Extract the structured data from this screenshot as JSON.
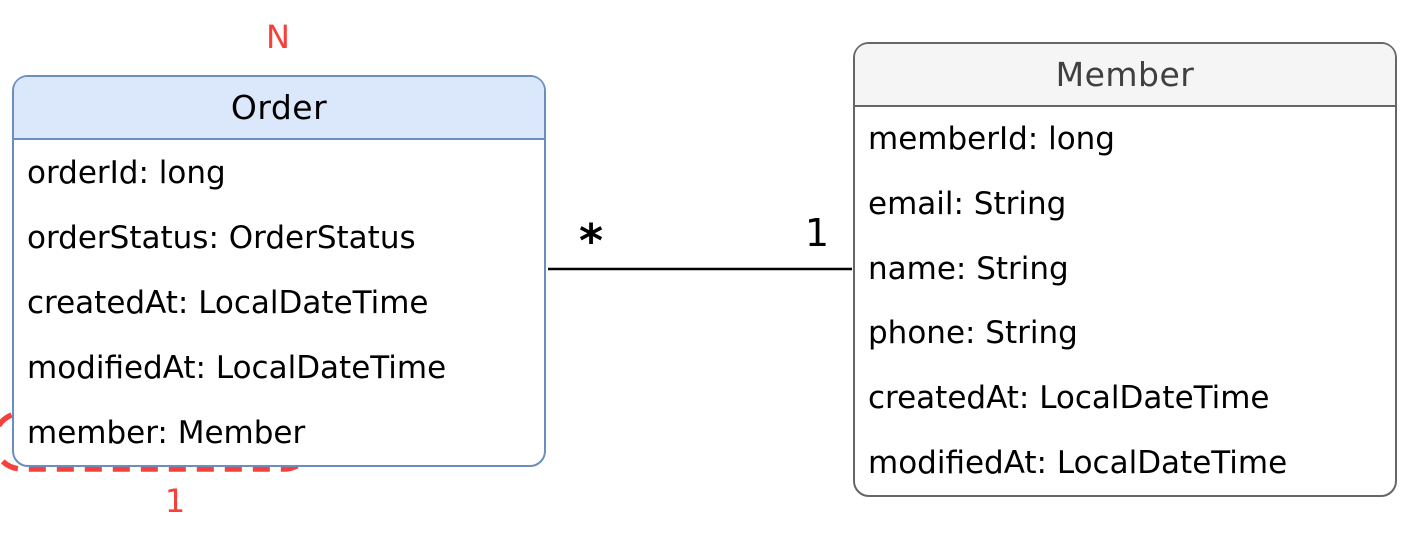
{
  "order": {
    "title": "Order",
    "fields": [
      "orderId: long",
      "orderStatus: OrderStatus",
      "createdAt: LocalDateTime",
      "modifiedAt: LocalDateTime",
      "member: Member"
    ]
  },
  "member": {
    "title": "Member",
    "fields": [
      "memberId: long",
      "email: String",
      "name: String",
      "phone: String",
      "createdAt: LocalDateTime",
      "modifiedAt: LocalDateTime"
    ]
  },
  "relationship": {
    "order_side_multiplicity": "*",
    "member_side_multiplicity": "1"
  },
  "annotations": {
    "order_top_label": "N",
    "order_bottom_label": "1",
    "circled_texts": [
      "Order",
      "member: Member"
    ]
  },
  "colors": {
    "order_header_fill": "#dbe8fc",
    "order_border": "#6c8ebf",
    "member_header_fill": "#f5f5f5",
    "member_border": "#666666",
    "member_title": "#404040",
    "annotation_red": "#f5413b",
    "connector": "#000000"
  }
}
